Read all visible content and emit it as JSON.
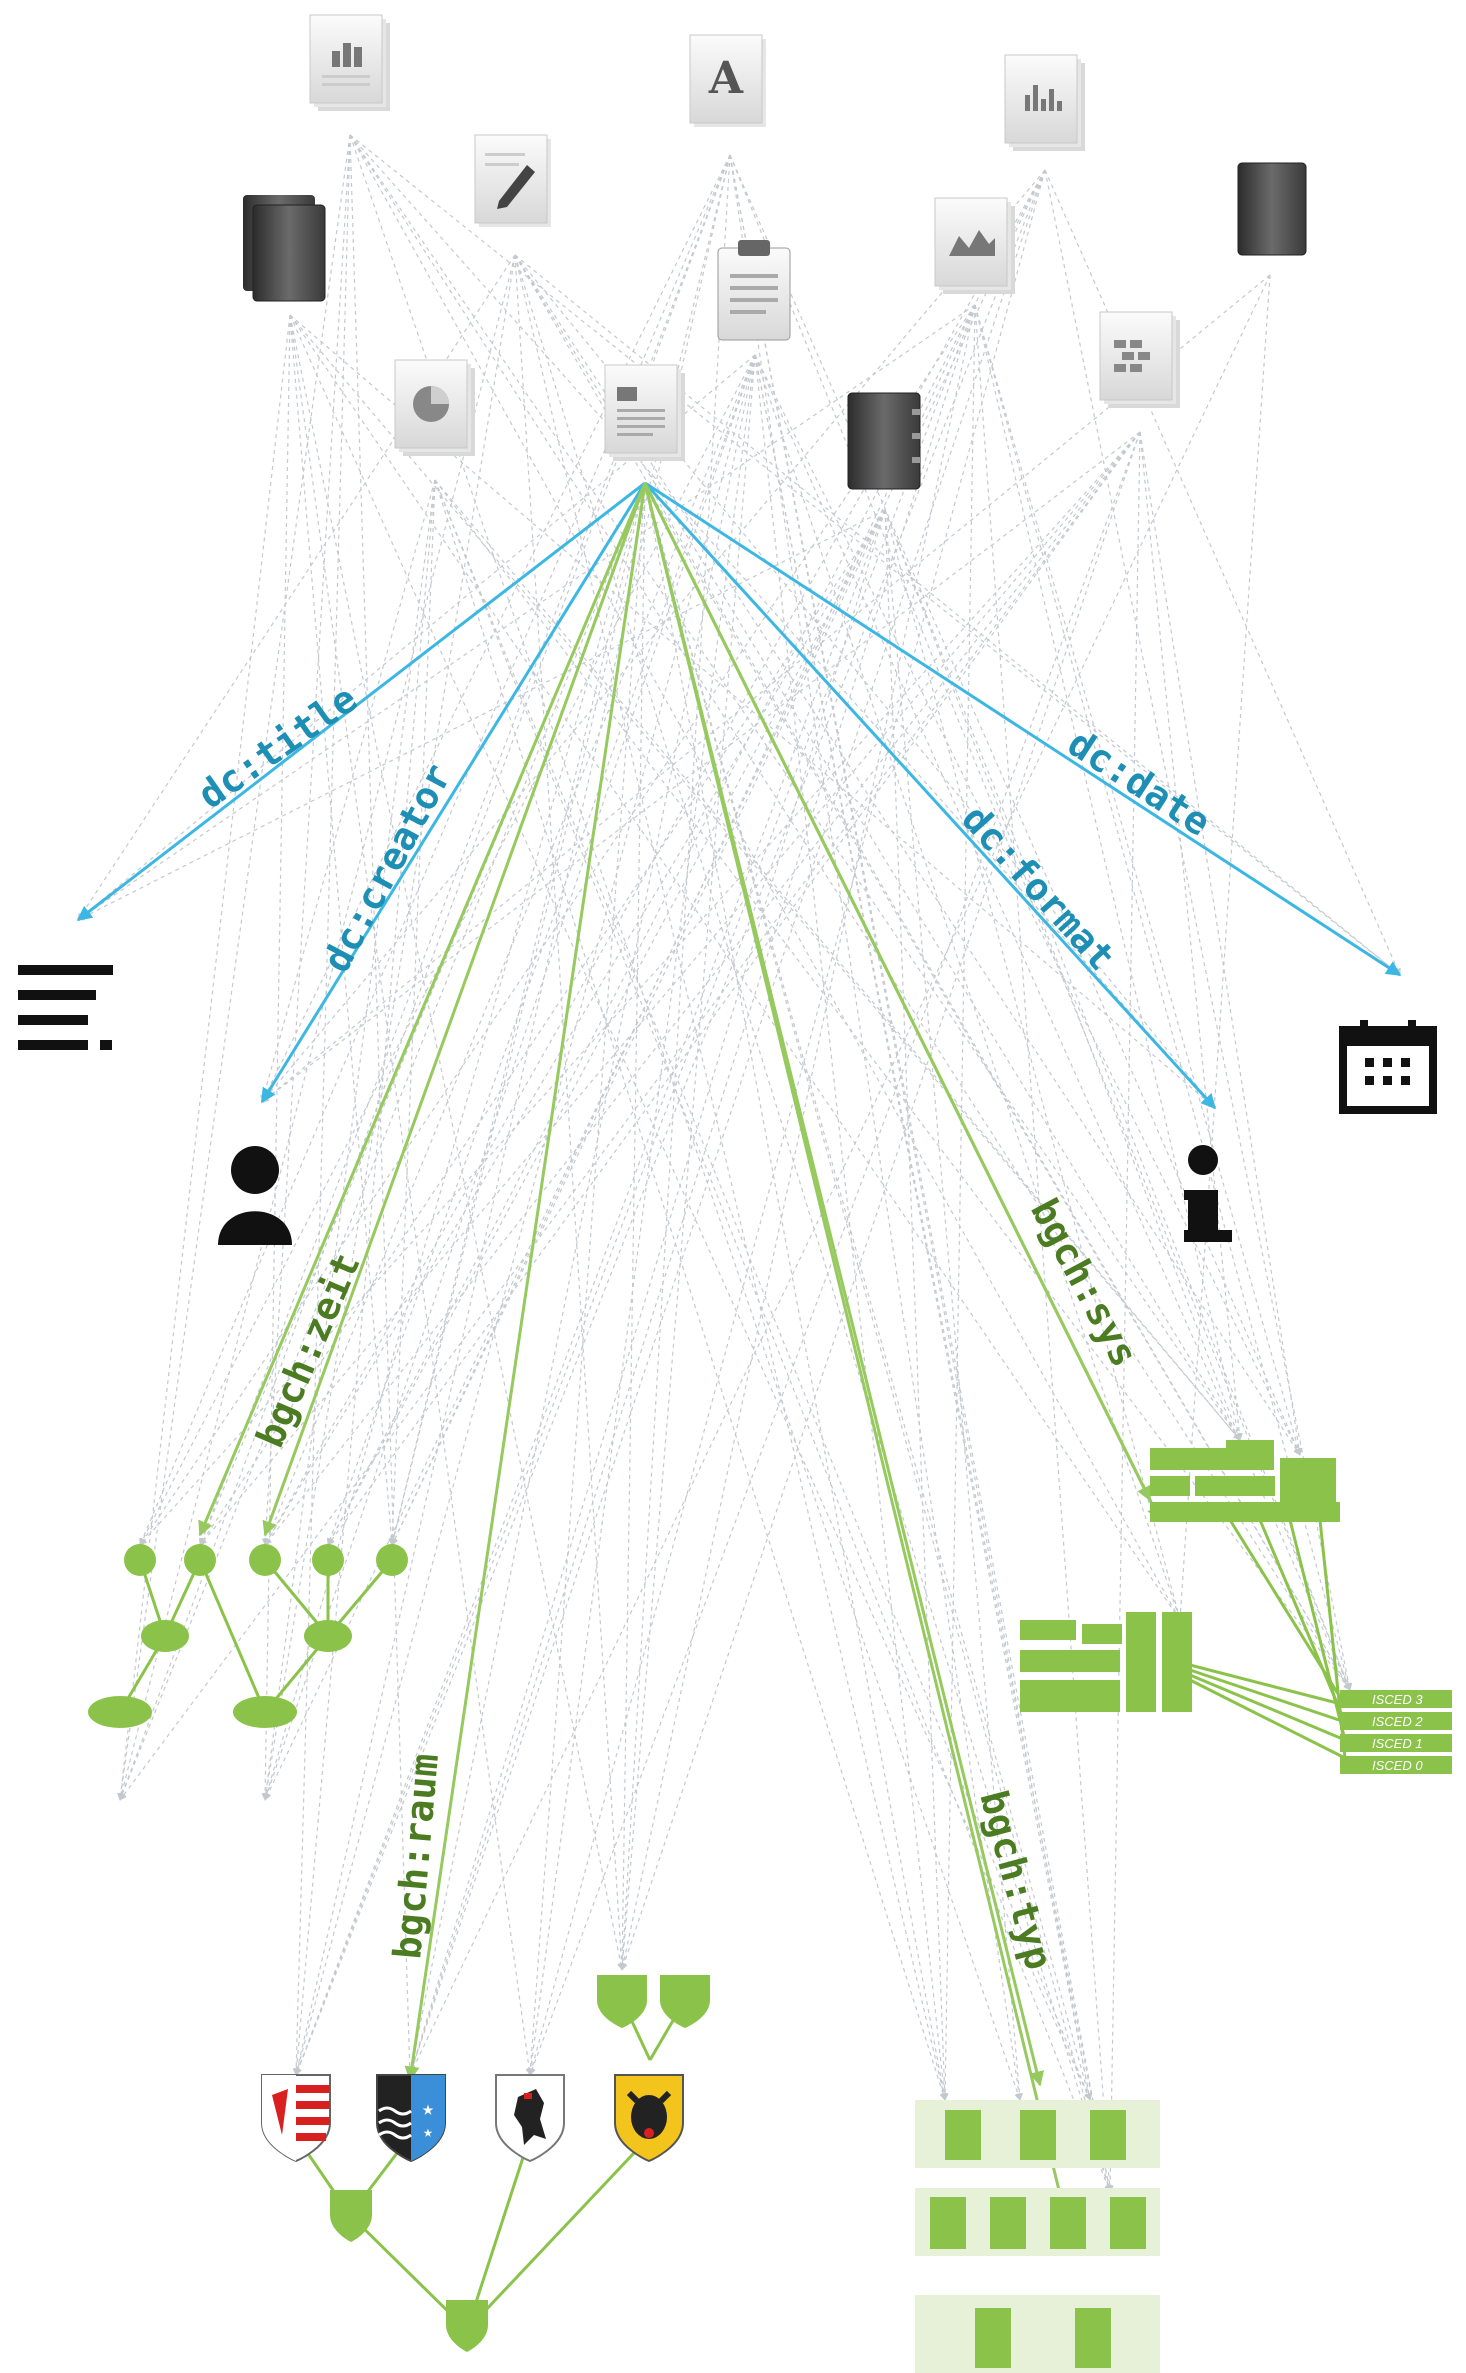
{
  "colors": {
    "dc": "#3cb7e3",
    "dc_text": "#1d8fb5",
    "bgch": "#96c95e",
    "bgch_text": "#4c7c22",
    "node_green": "#8bc34a",
    "dashed": "#c3c9cf",
    "icon_dark": "#111111"
  },
  "relations": {
    "dc_title": "dc:title",
    "dc_creator": "dc:creator",
    "dc_format": "dc:format",
    "dc_date": "dc:date",
    "bgch_zeit": "bgch:zeit",
    "bgch_raum": "bgch:raum",
    "bgch_sys": "bgch:sys",
    "bgch_typ": "bgch:typ"
  },
  "resource_icons": [
    "chart-document-icon",
    "font-document-icon",
    "bar-chart-document-icon",
    "edit-document-icon",
    "books-icon",
    "clipboard-icon",
    "area-chart-document-icon",
    "book-icon",
    "pie-chart-document-icon",
    "text-document-icon",
    "notebook-icon",
    "table-document-icon"
  ],
  "target_icons": {
    "title": "text-lines-icon",
    "creator": "person-icon",
    "format": "info-icon",
    "date": "calendar-icon"
  },
  "isced_levels": [
    "ISCED 3",
    "ISCED 2",
    "ISCED 1",
    "ISCED 0"
  ]
}
